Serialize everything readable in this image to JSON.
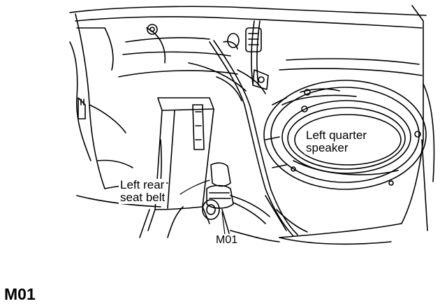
{
  "callouts": {
    "seat_belt": [
      "Left rear",
      "seat belt"
    ],
    "speaker": [
      "Left quarter",
      "speaker"
    ],
    "connector": "M01"
  },
  "caption": "M01"
}
